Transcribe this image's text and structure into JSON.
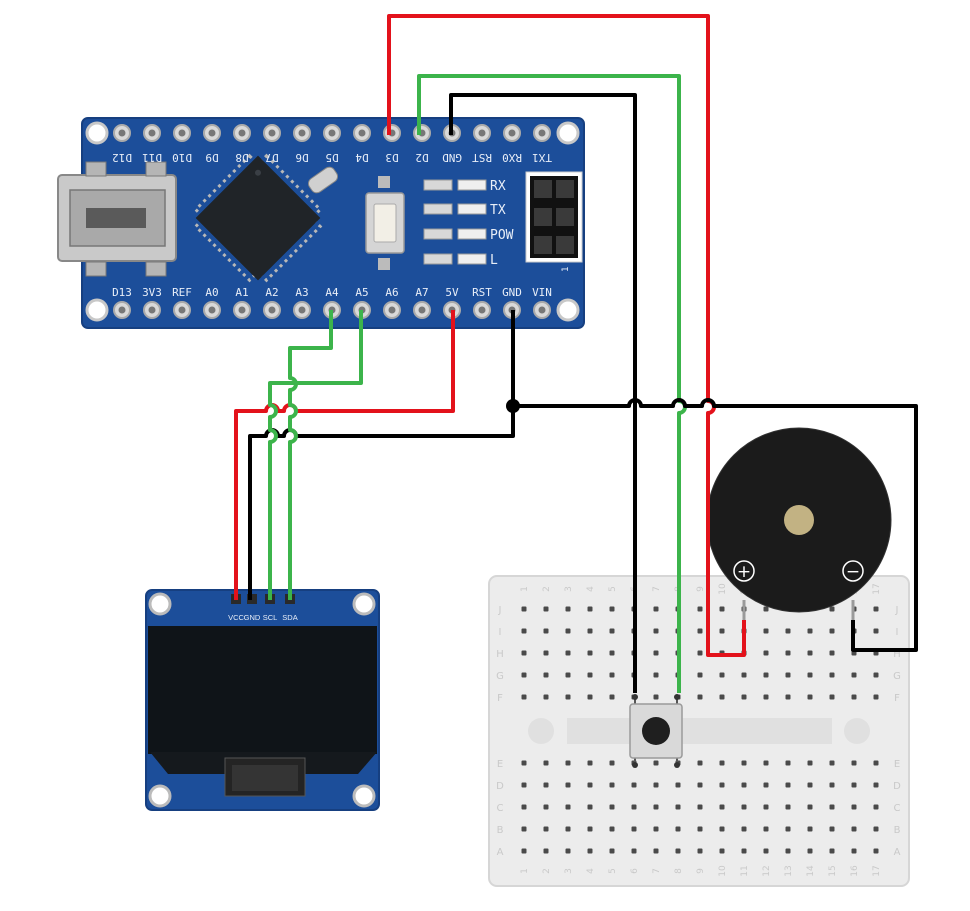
{
  "arduino": {
    "top_pins": [
      "D12",
      "D11",
      "D10",
      "D9",
      "D8",
      "D7",
      "D6",
      "D5",
      "D4",
      "D3",
      "D2",
      "GND",
      "RST",
      "RX0",
      "TX1"
    ],
    "bottom_pins": [
      "D13",
      "3V3",
      "REF",
      "A0",
      "A1",
      "A2",
      "A3",
      "A4",
      "A5",
      "A6",
      "A7",
      "5V",
      "RST",
      "GND",
      "VIN"
    ],
    "led_labels": [
      "RX",
      "TX",
      "POW",
      "L"
    ],
    "header_mark": "1"
  },
  "oled": {
    "pins": [
      "VCC",
      "GND",
      "SCL",
      "SDA"
    ]
  },
  "buzzer": {
    "plus": "+",
    "minus": "−"
  },
  "breadboard": {
    "rows_top": [
      "J",
      "I",
      "H",
      "G",
      "F"
    ],
    "rows_bottom": [
      "E",
      "D",
      "C",
      "B",
      "A"
    ],
    "columns": [
      "1",
      "2",
      "3",
      "4",
      "5",
      "6",
      "7",
      "8",
      "9",
      "10",
      "11",
      "12",
      "13",
      "14",
      "15",
      "16",
      "17"
    ]
  },
  "colors": {
    "power_wire": "#e3121b",
    "signal_wire": "#3cb44b",
    "ground_wire": "#000000",
    "board_blue": "#1c4e9a",
    "buzzer_body": "#1b1b1b"
  }
}
